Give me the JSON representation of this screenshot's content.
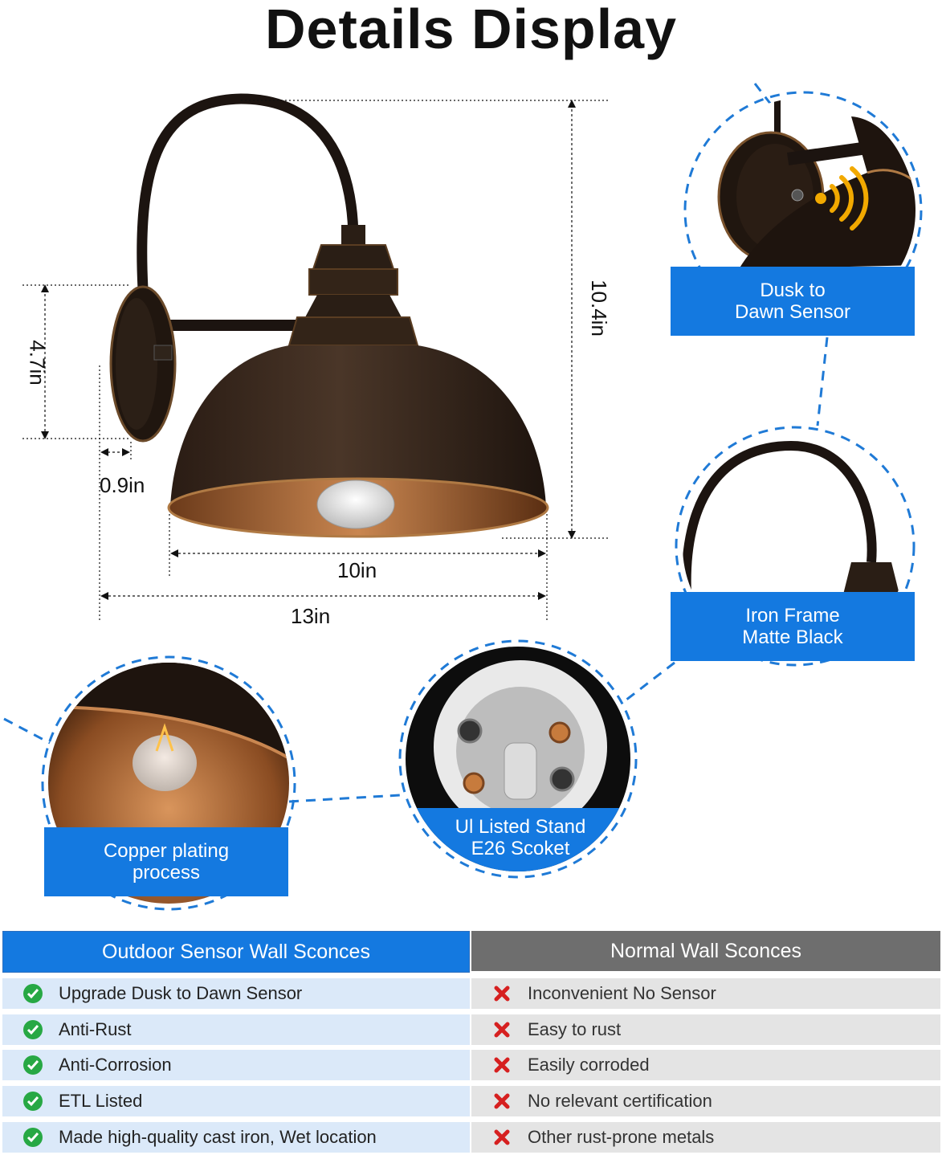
{
  "title": "Details Display",
  "dimensions": {
    "height_total": "10.4in",
    "backplate_height": "4.7in",
    "backplate_depth": "0.9in",
    "shade_width": "10in",
    "total_length": "13in"
  },
  "callouts": {
    "sensor": [
      "Dusk to",
      "Dawn Sensor"
    ],
    "frame": [
      "Iron Frame",
      "Matte Black"
    ],
    "copper": [
      "Copper plating",
      "process"
    ],
    "socket": [
      "Ul Listed Stand",
      "E26 Scoket"
    ]
  },
  "comparison": {
    "left_header": "Outdoor Sensor Wall Sconces",
    "right_header": "Normal Wall Sconces",
    "left_items": [
      "Upgrade Dusk to Dawn Sensor",
      "Anti-Rust",
      "Anti-Corrosion",
      "ETL Listed",
      "Made high-quality cast iron, Wet location"
    ],
    "right_items": [
      "Inconvenient No Sensor",
      "Easy to rust",
      "Easily corroded",
      "No relevant certification",
      "Other rust-prone metals"
    ]
  },
  "colors": {
    "accent_blue": "#1479e0",
    "header_grey": "#6e6e6e",
    "check_green": "#27a844",
    "cross_red": "#d62020",
    "sensor_wave": "#f2a900"
  }
}
